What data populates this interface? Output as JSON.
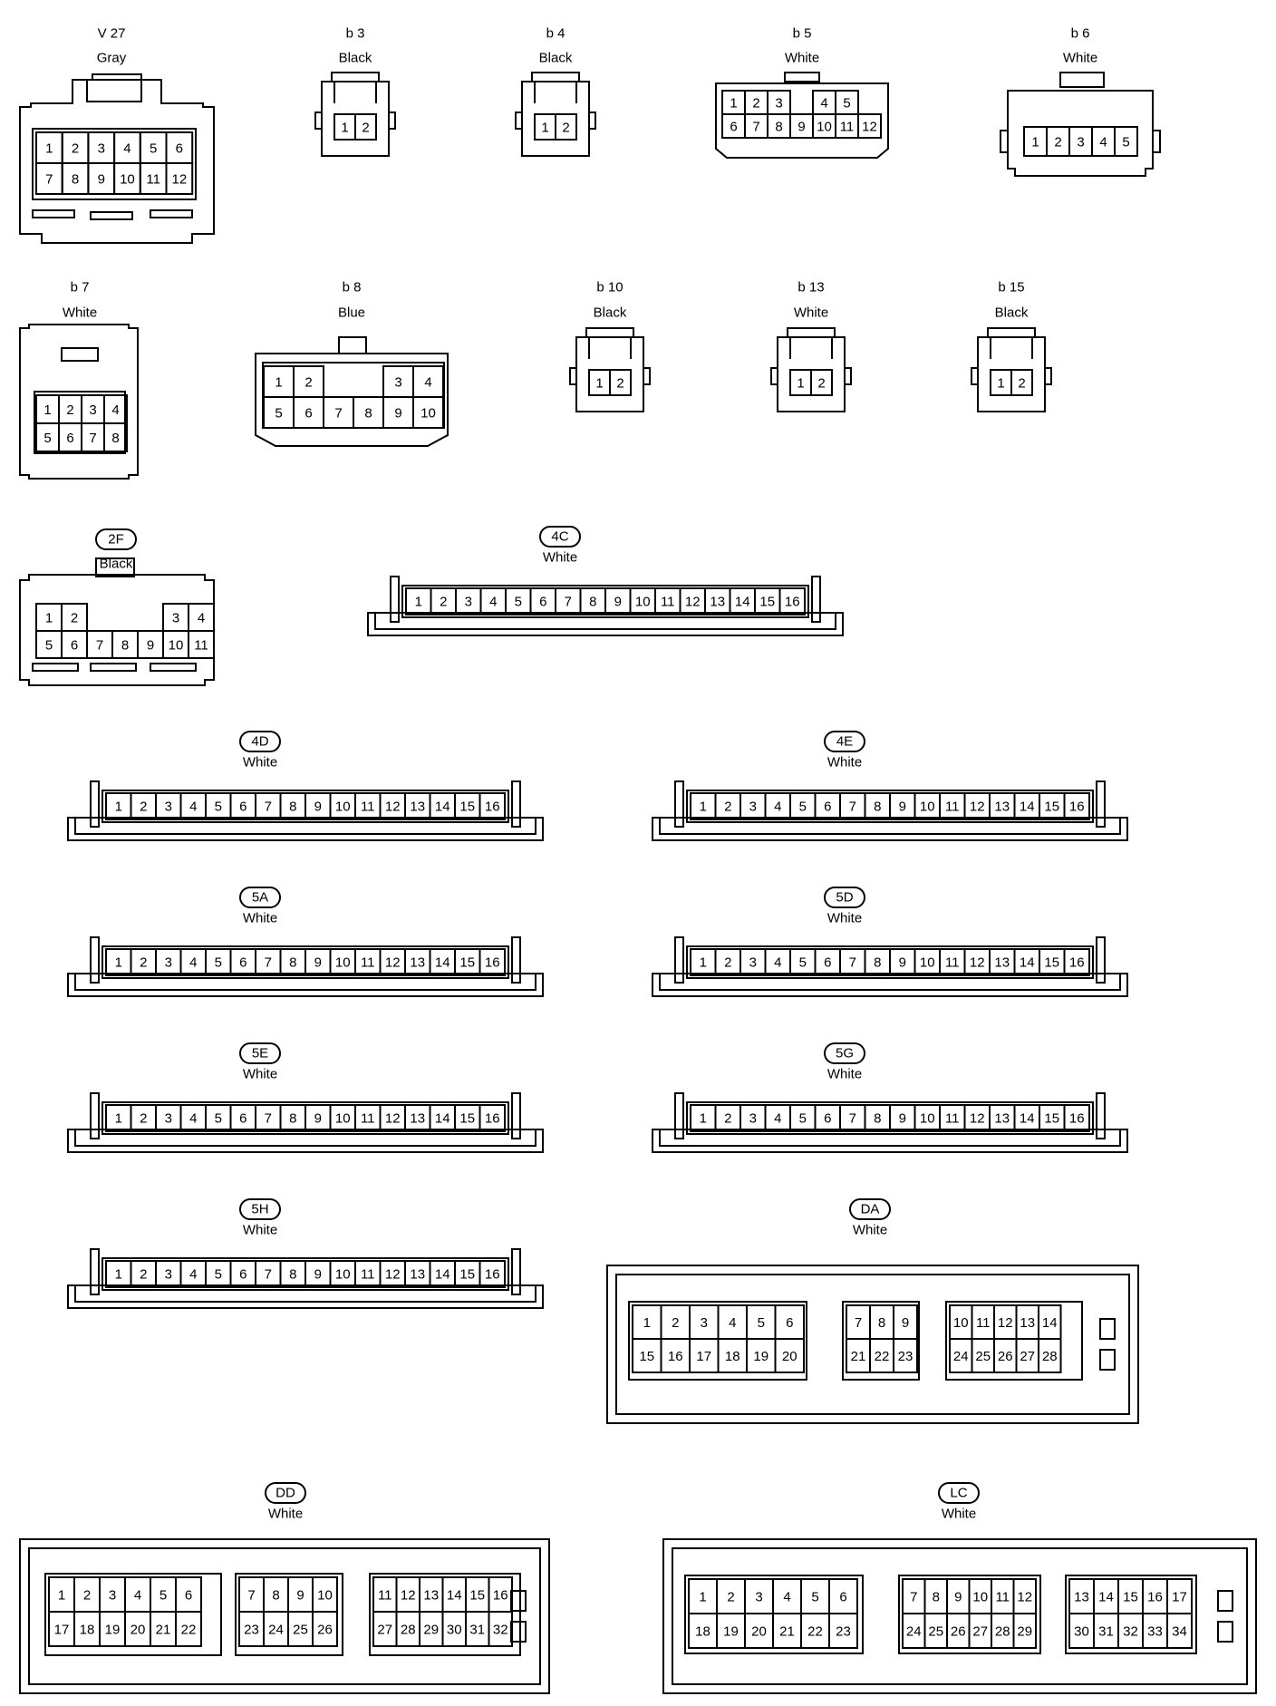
{
  "connectors": [
    {
      "id": "V 27",
      "color": "Gray",
      "rows": [
        [
          "1",
          "2",
          "3",
          "4",
          "5",
          "6"
        ],
        [
          "7",
          "8",
          "9",
          "10",
          "11",
          "12"
        ]
      ]
    },
    {
      "id": "b 3",
      "color": "Black",
      "rows": [
        [
          "1",
          "2"
        ]
      ]
    },
    {
      "id": "b 4",
      "color": "Black",
      "rows": [
        [
          "1",
          "2"
        ]
      ]
    },
    {
      "id": "b 5",
      "color": "White",
      "rows": [
        [
          "1",
          "2",
          "3",
          "",
          "4",
          "5"
        ],
        [
          "6",
          "7",
          "8",
          "9",
          "10",
          "11",
          "12"
        ]
      ]
    },
    {
      "id": "b 6",
      "color": "White",
      "rows": [
        [
          "1",
          "2",
          "3",
          "4",
          "5"
        ]
      ]
    },
    {
      "id": "b 7",
      "color": "White",
      "rows": [
        [
          "1",
          "2",
          "3",
          "4"
        ],
        [
          "5",
          "6",
          "7",
          "8"
        ]
      ]
    },
    {
      "id": "b 8",
      "color": "Blue",
      "rows": [
        [
          "1",
          "2",
          "",
          "",
          "3",
          "4"
        ],
        [
          "5",
          "6",
          "7",
          "8",
          "9",
          "10"
        ]
      ]
    },
    {
      "id": "b 10",
      "color": "Black",
      "rows": [
        [
          "1",
          "2"
        ]
      ]
    },
    {
      "id": "b 13",
      "color": "White",
      "rows": [
        [
          "1",
          "2"
        ]
      ]
    },
    {
      "id": "b 15",
      "color": "Black",
      "rows": [
        [
          "1",
          "2"
        ]
      ]
    },
    {
      "id": "2F",
      "color": "Black",
      "rows": [
        [
          "1",
          "2",
          "",
          "",
          "",
          "3",
          "4"
        ],
        [
          "5",
          "6",
          "7",
          "8",
          "9",
          "10",
          "11"
        ]
      ]
    },
    {
      "id": "4C",
      "color": "White",
      "pins": 16
    },
    {
      "id": "4D",
      "color": "White",
      "pins": 16
    },
    {
      "id": "4E",
      "color": "White",
      "pins": 16
    },
    {
      "id": "5A",
      "color": "White",
      "pins": 16
    },
    {
      "id": "5D",
      "color": "White",
      "pins": 16
    },
    {
      "id": "5E",
      "color": "White",
      "pins": 16
    },
    {
      "id": "5G",
      "color": "White",
      "pins": 16
    },
    {
      "id": "5H",
      "color": "White",
      "pins": 16
    },
    {
      "id": "DA",
      "color": "White",
      "blocks": [
        [
          [
            "1",
            "2",
            "3",
            "4",
            "5",
            "6"
          ],
          [
            "15",
            "16",
            "17",
            "18",
            "19",
            "20"
          ]
        ],
        [
          [
            "7",
            "8",
            "9"
          ],
          [
            "21",
            "22",
            "23"
          ]
        ],
        [
          [
            "10",
            "11",
            "12",
            "13",
            "14"
          ],
          [
            "24",
            "25",
            "26",
            "27",
            "28"
          ]
        ]
      ]
    },
    {
      "id": "DD",
      "color": "White",
      "blocks": [
        [
          [
            "1",
            "2",
            "3",
            "4",
            "5",
            "6"
          ],
          [
            "17",
            "18",
            "19",
            "20",
            "21",
            "22"
          ]
        ],
        [
          [
            "7",
            "8",
            "9",
            "10"
          ],
          [
            "23",
            "24",
            "25",
            "26"
          ]
        ],
        [
          [
            "11",
            "12",
            "13",
            "14",
            "15",
            "16"
          ],
          [
            "27",
            "28",
            "29",
            "30",
            "31",
            "32"
          ]
        ]
      ]
    },
    {
      "id": "LC",
      "color": "White",
      "blocks": [
        [
          [
            "1",
            "2",
            "3",
            "4",
            "5",
            "6"
          ],
          [
            "18",
            "19",
            "20",
            "21",
            "22",
            "23"
          ]
        ],
        [
          [
            "7",
            "8",
            "9",
            "10",
            "11",
            "12"
          ],
          [
            "24",
            "25",
            "26",
            "27",
            "28",
            "29"
          ]
        ],
        [
          [
            "13",
            "14",
            "15",
            "16",
            "17"
          ],
          [
            "30",
            "31",
            "32",
            "33",
            "34"
          ]
        ]
      ]
    }
  ]
}
